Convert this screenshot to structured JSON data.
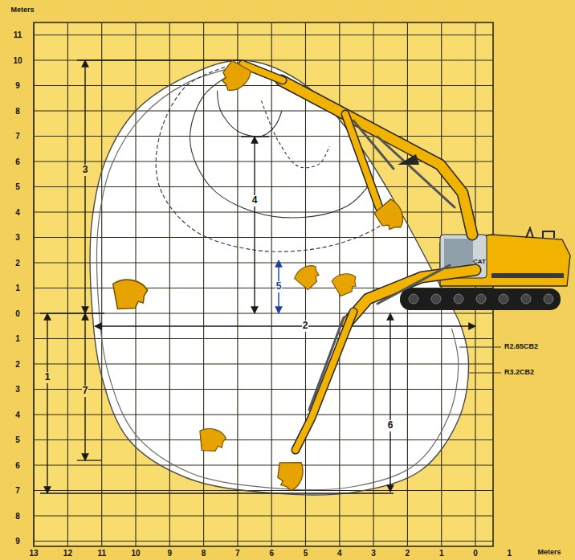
{
  "diagram": {
    "labels": [
      "Meters",
      "11",
      "10",
      "9",
      "8",
      "7",
      "6",
      "5",
      "4",
      "3",
      "2",
      "1",
      "0",
      "1",
      "2",
      "3",
      "4",
      "5",
      "6",
      "7",
      "8",
      "9",
      "13",
      "12",
      "11",
      "10",
      "9",
      "8",
      "7",
      "6",
      "5",
      "4",
      "3",
      "2",
      "1",
      "0",
      "1",
      "Meters",
      "3",
      "4",
      "5",
      "2",
      "1",
      "7",
      "6",
      "R2.65CB2",
      "R3.2CB2",
      "CAT"
    ]
  }
}
